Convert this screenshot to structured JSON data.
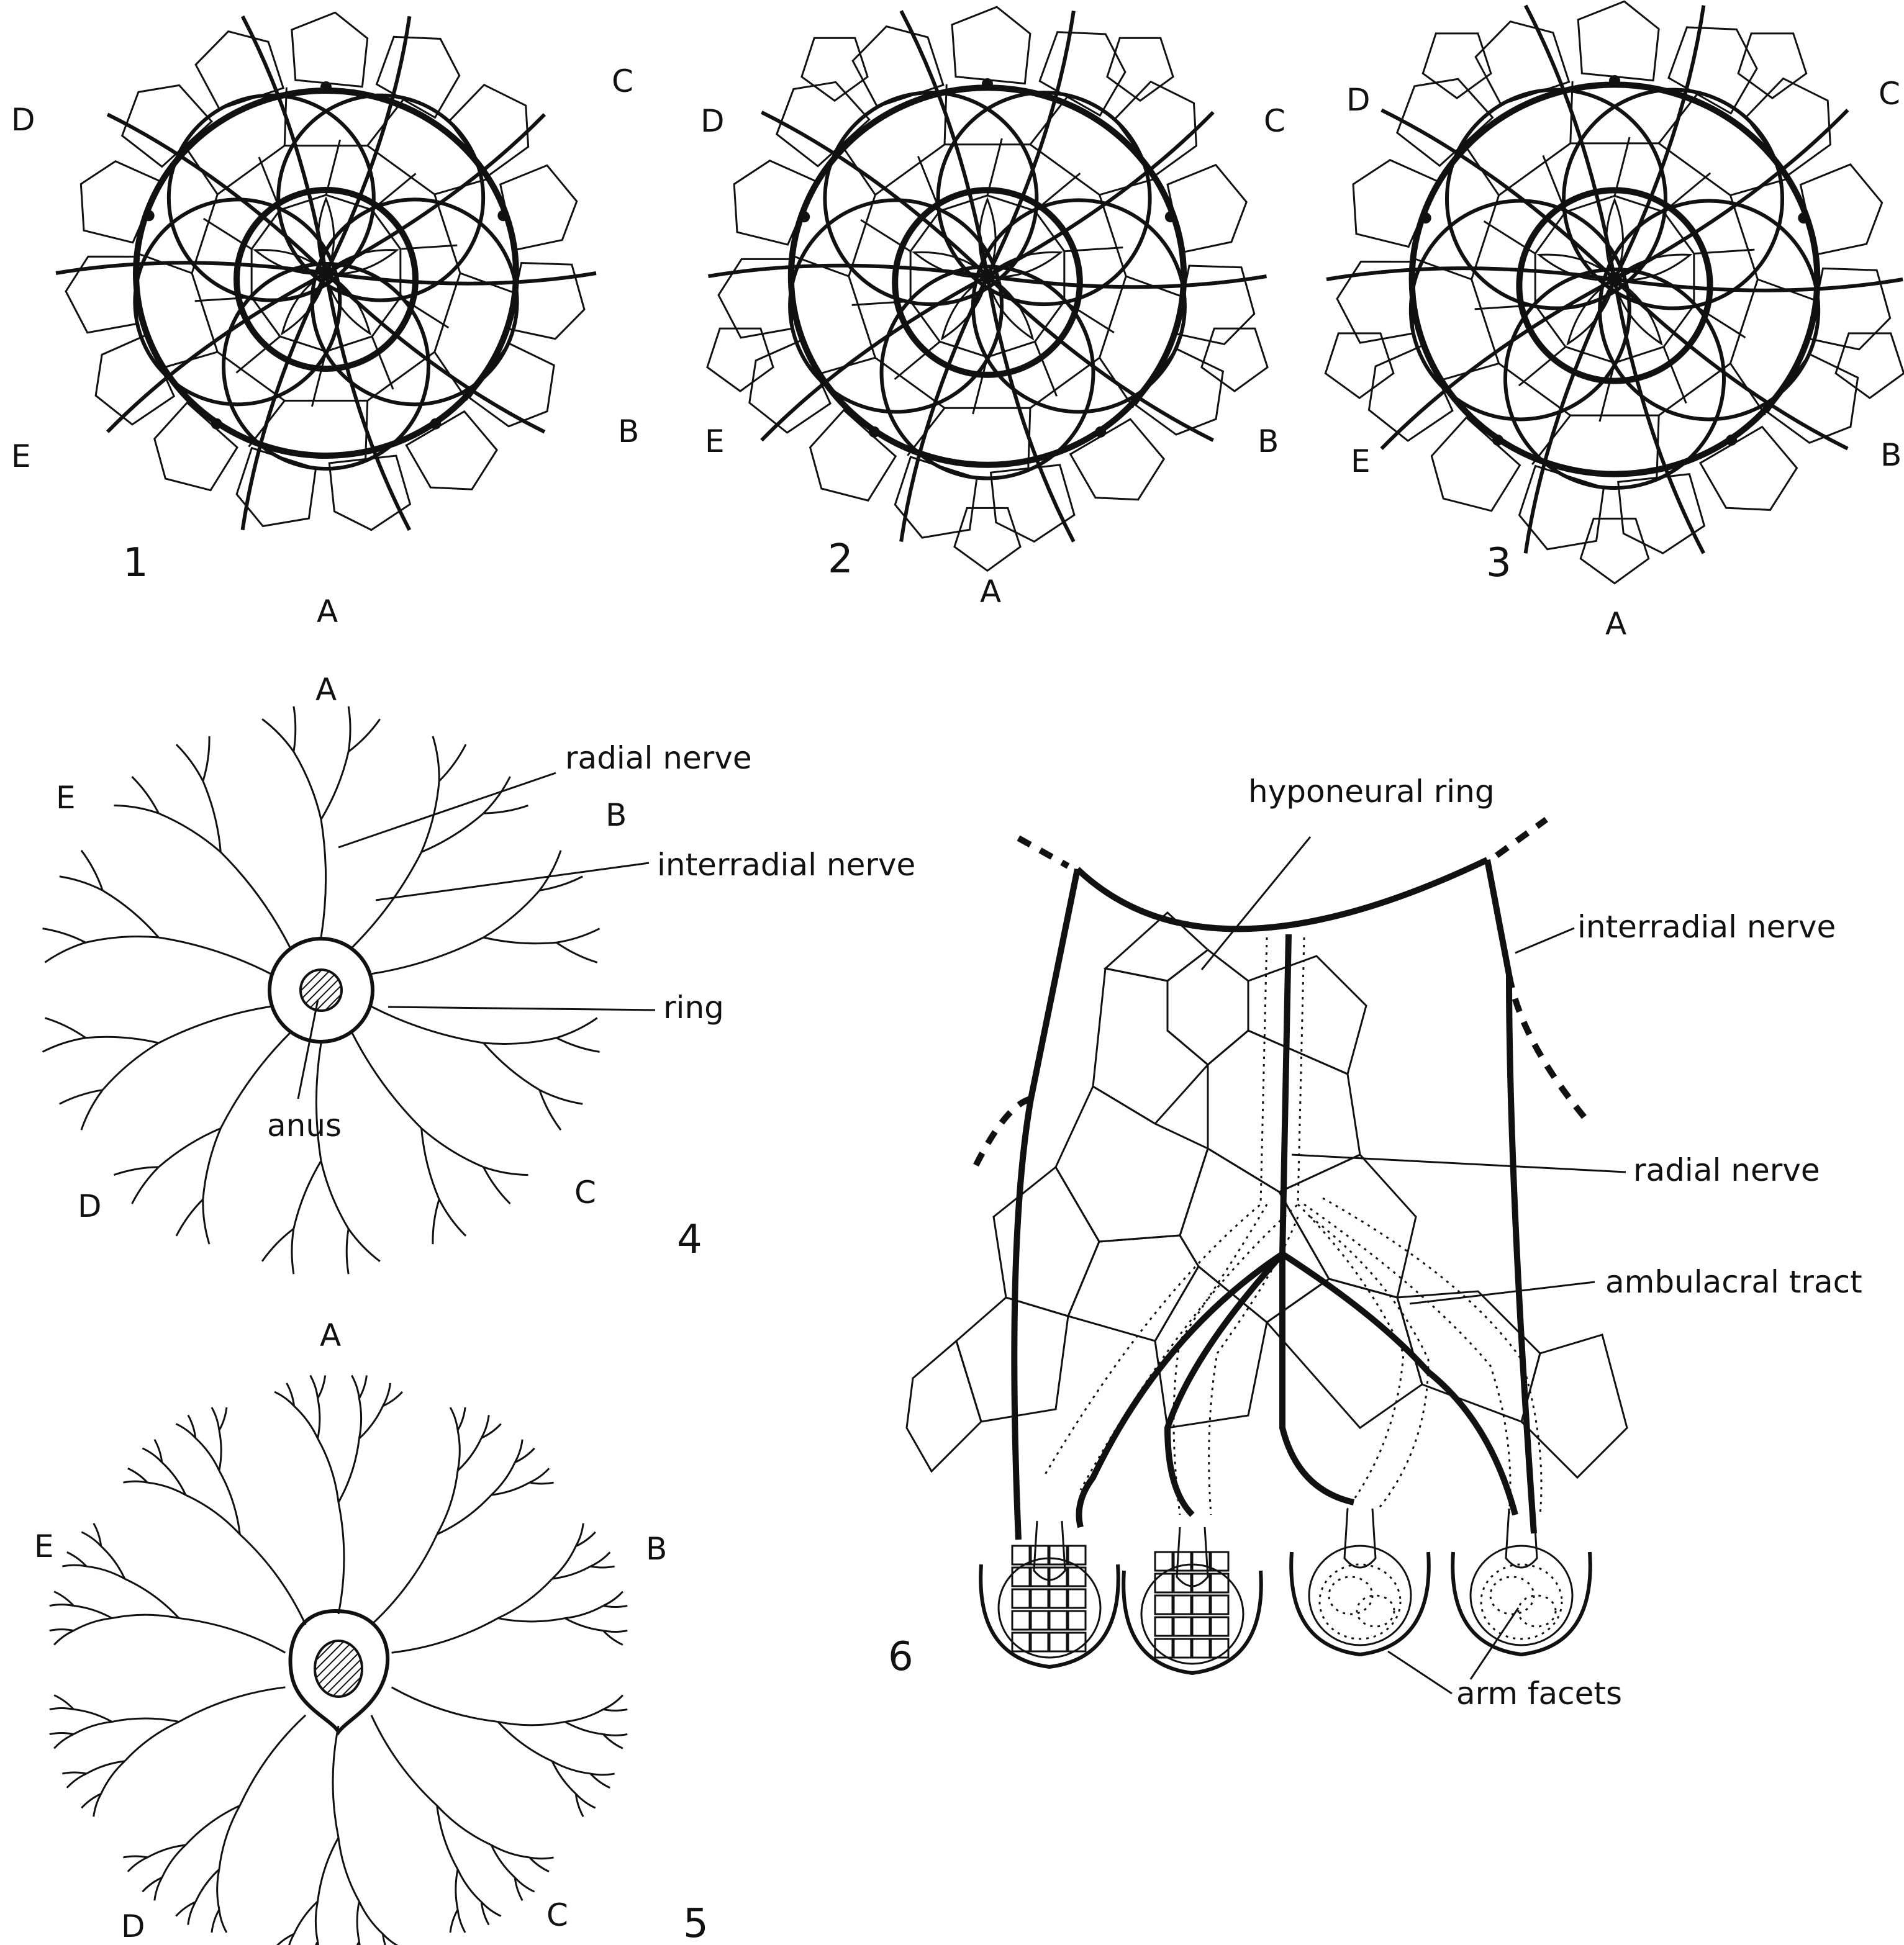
{
  "panels": [
    {
      "id": "1",
      "number": "1",
      "labels": {
        "A": "A",
        "B": "B",
        "C": "C",
        "D": "D",
        "E": "E"
      }
    },
    {
      "id": "2",
      "number": "2",
      "labels": {
        "A": "A",
        "B": "B",
        "C": "C",
        "D": "D",
        "E": "E"
      }
    },
    {
      "id": "3",
      "number": "3",
      "labels": {
        "A": "A",
        "B": "B",
        "C": "C",
        "D": "D",
        "E": "E"
      }
    },
    {
      "id": "4",
      "number": "4",
      "labels": {
        "A": "A",
        "B": "B",
        "C": "C",
        "D": "D",
        "E": "E"
      },
      "callouts": {
        "radial": "radial nerve",
        "interradial": "interradial nerve",
        "ring": "ring",
        "anus": "anus"
      }
    },
    {
      "id": "5",
      "number": "5",
      "labels": {
        "A": "A",
        "B": "B",
        "C": "C",
        "D": "D",
        "E": "E"
      }
    },
    {
      "id": "6",
      "number": "6",
      "callouts": {
        "hyponeural": "hyponeural ring",
        "interradial": "interradial nerve",
        "radial": "radial nerve",
        "ambulacral": "ambulacral tract",
        "facets": "arm facets"
      }
    }
  ]
}
